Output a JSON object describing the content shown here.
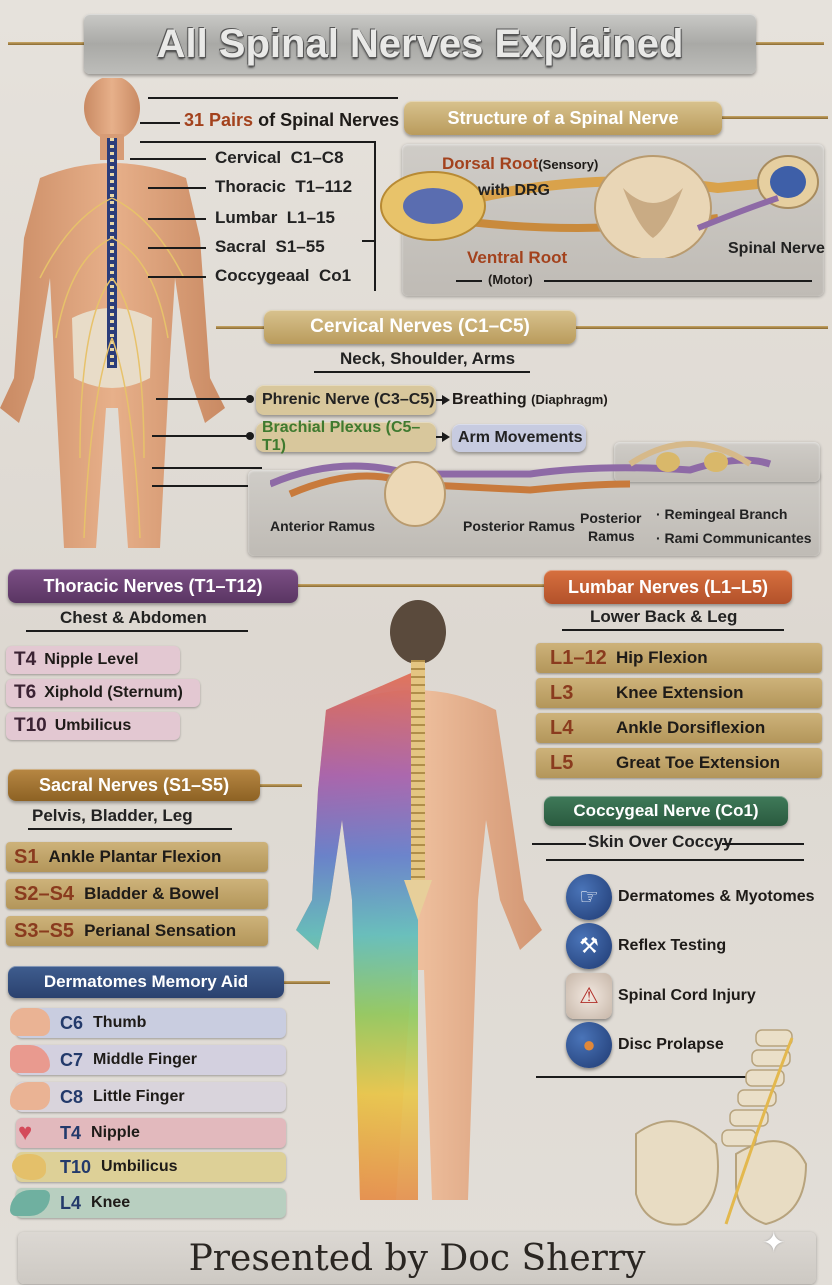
{
  "title": "All Spinal Nerves Explained",
  "overview": {
    "pairs_count": "31 Pairs",
    "pairs_label": "of Spinal Nerves",
    "regions": [
      {
        "name": "Cervical",
        "range": "C1–C8"
      },
      {
        "name": "Thoracic",
        "range": "T1–112"
      },
      {
        "name": "Lumbar",
        "range": "L1–15"
      },
      {
        "name": "Sacral",
        "range": "S1–55"
      },
      {
        "name": "Coccygeaal",
        "range": "Co1"
      }
    ]
  },
  "structure": {
    "heading": "Structure of a Spinal Nerve",
    "dorsal_root": "Dorsal Root",
    "dorsal_note": "(Sensory)",
    "drg": "with DRG",
    "ventral_root": "Ventral Root",
    "ventral_note": "(Motor)",
    "spinal_nerve": "Spinal Nerve"
  },
  "cervical": {
    "heading": "Cervical Nerves (C1–C5)",
    "subtitle": "Neck, Shoulder, Arms",
    "phrenic": "Phrenic Nerve (C3–C5)",
    "phrenic_fn": "Breathing",
    "phrenic_fn_note": "(Diaphragm)",
    "brachial": "Brachial Plexus (C5–T1)",
    "brachial_fn": "Arm Movements",
    "rami": {
      "anterior": "Anterior Ramus",
      "posterior": "Posterior Ramus",
      "posterior2_a": "Posterior",
      "posterior2_b": "Ramus",
      "meningeal": "· Remingeal Branch",
      "communicantes": "· Rami Communicantes"
    }
  },
  "thoracic": {
    "heading": "Thoracic Nerves (T1–T12)",
    "subtitle": "Chest & Abdomen",
    "items": [
      {
        "code": "T4",
        "label": "Nipple Level"
      },
      {
        "code": "T6",
        "label": "Xiphold (Sternum)"
      },
      {
        "code": "T10",
        "label": "Umbilicus"
      }
    ]
  },
  "lumbar": {
    "heading": "Lumbar Nerves (L1–L5)",
    "subtitle": "Lower Back & Leg",
    "items": [
      {
        "code": "L1–12",
        "label": "Hip Flexion"
      },
      {
        "code": "L3",
        "label": "Knee Extension"
      },
      {
        "code": "L4",
        "label": "Ankle Dorsiflexion"
      },
      {
        "code": "L5",
        "label": "Great Toe Extension"
      }
    ]
  },
  "sacral": {
    "heading": "Sacral Nerves (S1–S5)",
    "subtitle": "Pelvis, Bladder, Leg",
    "items": [
      {
        "code": "S1",
        "label": "Ankle Plantar Flexion"
      },
      {
        "code": "S2–S4",
        "label": "Bladder & Bowel"
      },
      {
        "code": "S3–S5",
        "label": "Perianal Sensation"
      }
    ]
  },
  "coccygeal": {
    "heading": "Coccygeal Nerve (Co1)",
    "subtitle": "Skin Over Coccyy"
  },
  "applications": [
    {
      "icon": "hand-icon",
      "label": "Dermatomes & Myotomes"
    },
    {
      "icon": "hammer-icon",
      "label": "Reflex Testing"
    },
    {
      "icon": "spine-injury-icon",
      "label": "Spinal Cord Injury"
    },
    {
      "icon": "disc-icon",
      "label": "Disc Prolapse"
    }
  ],
  "memory_aid": {
    "heading": "Dermatomes Memory Aid",
    "items": [
      {
        "code": "C6",
        "label": "Thumb",
        "color": "#c9cde0"
      },
      {
        "code": "C7",
        "label": "Middle Finger",
        "color": "#d3d0df"
      },
      {
        "code": "C8",
        "label": "Little Finger",
        "color": "#d9d4dc"
      },
      {
        "code": "T4",
        "label": "Nipple",
        "color": "#e2b9bd"
      },
      {
        "code": "T10",
        "label": "Umbilicus",
        "color": "#ddd097"
      },
      {
        "code": "L4",
        "label": "Knee",
        "color": "#b8cfc0"
      }
    ]
  },
  "footer": "Presented by Doc Sherry"
}
